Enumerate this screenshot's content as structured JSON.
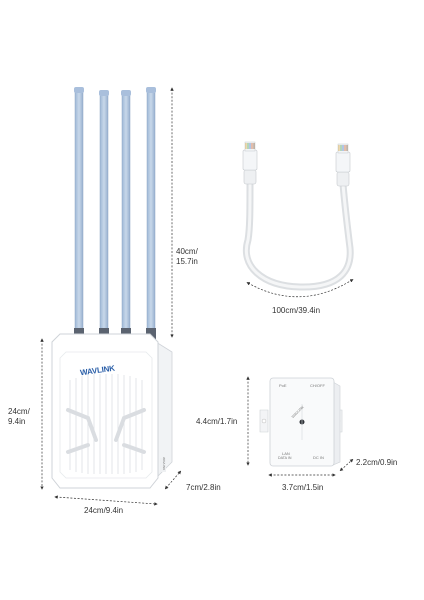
{
  "router": {
    "brand": "WAVLINK",
    "side_label": "WAVLINK",
    "height_cm": "40cm/",
    "height_in": "15.7in",
    "body_height_cm": "24cm/",
    "body_height_in": "9.4in",
    "width": "24cm/9.4in",
    "depth": "7cm/2.8in"
  },
  "cable": {
    "length": "100cm/39.4in"
  },
  "poe_box": {
    "height": "4.4cm/1.7in",
    "width": "3.7cm/1.5in",
    "depth": "2.2cm/0.9in",
    "port_poe": "PoE",
    "port_ch": "CH/OFF",
    "port_lan": "LAN",
    "port_lan_sub": "DATA IN",
    "port_dc": "DC IN",
    "center_text": "WAVLINK"
  },
  "colors": {
    "antenna": "#b3c8e0",
    "dimension_line": "#333333",
    "body": "#ffffff",
    "outline": "#cfd3d8"
  }
}
